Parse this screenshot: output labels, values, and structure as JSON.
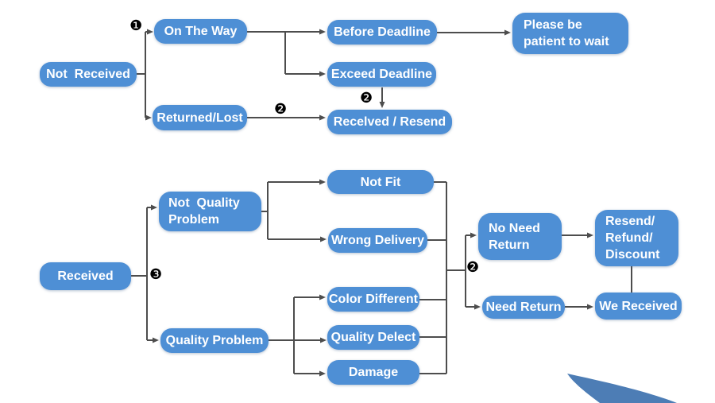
{
  "colors": {
    "node_fill": "#4e8fd5",
    "node_text": "#ffffff",
    "connector": "#4d4d4d",
    "marker": "#000000",
    "swoosh": "#4d7db5",
    "background": "#ffffff"
  },
  "flowchart": {
    "top": {
      "not_received": "Not  Received",
      "on_the_way": "On The Way",
      "returned_lost": "Returned/Lost",
      "before_deadline": "Before Deadline",
      "exceed_deadline": "Exceed Deadline",
      "received_resend": "Recelved / Resend",
      "please_wait": "Please be\npatient to wait"
    },
    "bottom": {
      "received": "Received",
      "not_quality_problem": "Not  Quality\nProblem",
      "quality_problem": "Quality Problem",
      "not_fit": "Not Fit",
      "wrong_delivery": "Wrong Delivery",
      "color_different": "Color Different",
      "quality_delect": "Quality Delect",
      "damage": "Damage",
      "no_need_return": "No Need\nReturn",
      "need_return": "Need Return",
      "resend_refund_discount": "Resend/\nRefund/\nDiscount",
      "we_received": "We Received"
    },
    "markers": {
      "step1": "❶",
      "step2_returned": "❷",
      "step2_exceed": "❷",
      "step2_merge": "❷",
      "step3": "❸"
    }
  }
}
